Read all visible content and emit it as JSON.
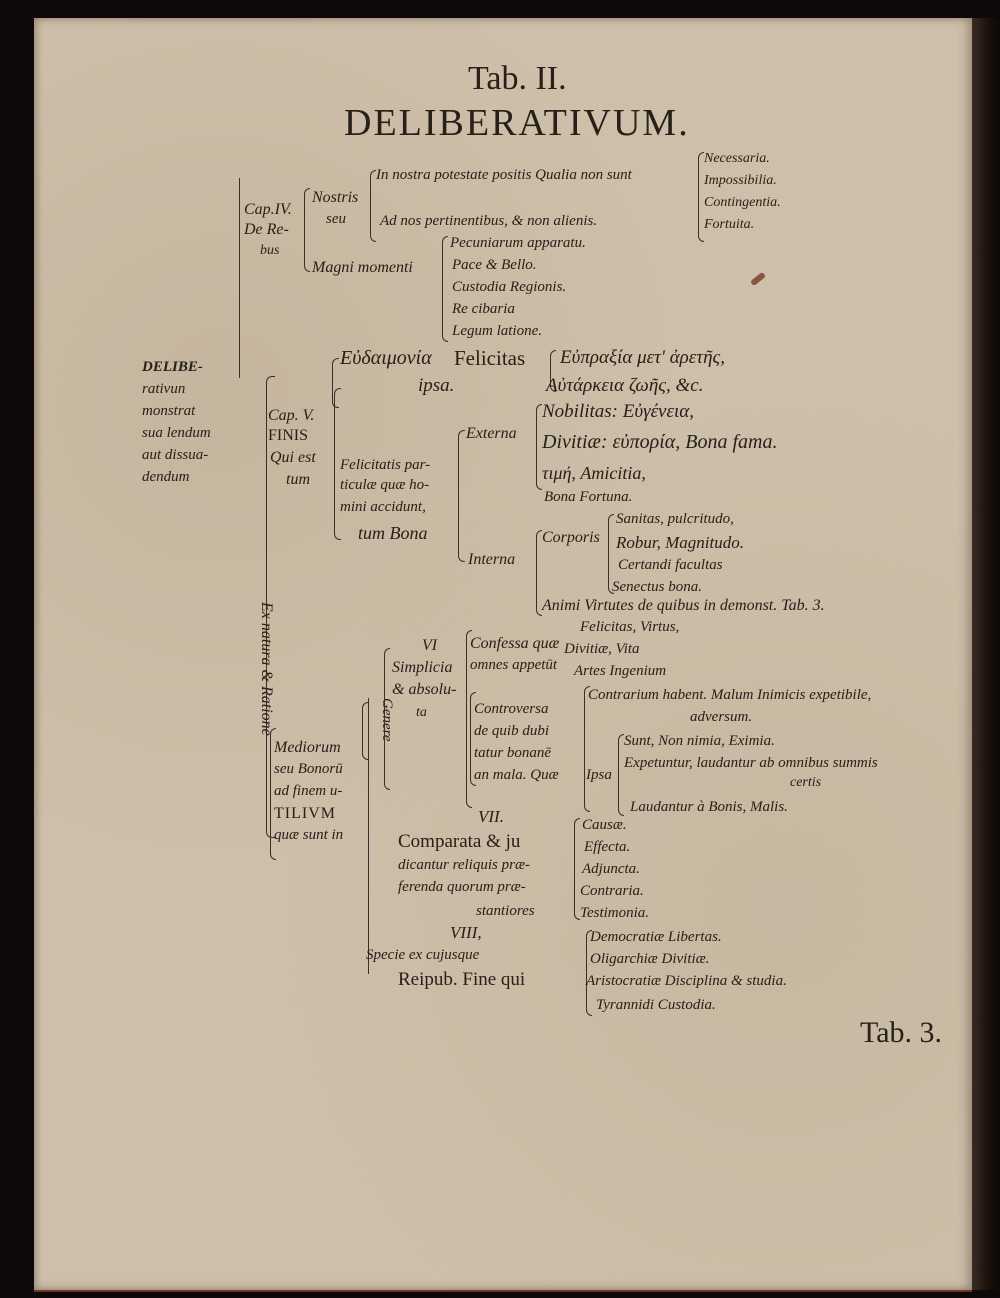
{
  "header": {
    "tab_no": "Tab. II.",
    "title": "DELIBERATIVUM."
  },
  "root": [
    "DELIBE-",
    "rativun",
    "monstrat",
    "sua lendum",
    "aut dissua-",
    "dendum"
  ],
  "cap4": {
    "label": [
      "Cap.IV.",
      "De Re-",
      "bus"
    ],
    "nostris": [
      "Nostris",
      "seu"
    ],
    "magni": "Magni momenti",
    "in_nostra": "In nostra potestate positis Qualia non sunt",
    "ad_nos": "Ad nos pertinentibus, & non alienis.",
    "qualia": [
      "Necessaria.",
      "Impossibilia.",
      "Contingentia.",
      "Fortuita."
    ],
    "res": [
      "Pecuniarum apparatu.",
      "Pace & Bello.",
      "Custodia Regionis.",
      "Re cibaria",
      "Legum latione."
    ]
  },
  "felicitas": {
    "greek": "Εὐδαιμονία",
    "latin": "Felicitas",
    "ipsa": "ipsa.",
    "def1": "Εὐπραξία μετ' ἀρετῆς,",
    "def2": "Αὐτάρκεια ζωῆς, &c."
  },
  "cap5": {
    "label": [
      "Cap. V.",
      "FINIS",
      "Qui est",
      "tum"
    ],
    "partes": [
      "Felicitatis par-",
      "ticulæ quæ ho-",
      "mini accidunt,",
      "tum Bona"
    ],
    "externa_label": "Externa",
    "externa": [
      "Nobilitas: Εὐγένεια,",
      "Divitiæ: εὐπορία, Bona fama.",
      "τιμή, Amicitia,",
      "Bona Fortuna."
    ],
    "interna_label": "Interna",
    "corporis": "Corporis",
    "corporis_items": [
      "Sanitas, pulcritudo,",
      "Robur, Magnitudo.",
      "Certandi facultas",
      "Senectus bona."
    ],
    "animi": "Animi Virtutes de quibus in demonst. Tab. 3."
  },
  "ex_natura": "Ex natura & Ratione",
  "mediorum": [
    "Mediorum",
    "seu Bonorū",
    "ad finem u-",
    "TILIVM",
    "quæ sunt in"
  ],
  "genere": "Genere",
  "cap6": {
    "label": [
      "VI",
      "Simplicia",
      "& absolu-",
      "ta"
    ],
    "confessa": [
      "Confessa quæ",
      "omnes appetūt"
    ],
    "confessa_items": [
      "Felicitas, Virtus,",
      "Divitiæ, Vita",
      "Artes Ingenium"
    ],
    "controversa": [
      "Controversa",
      "de quib dubi",
      "tatur bonanē",
      "an mala. Quæ"
    ],
    "contrarium": "Contrarium habent. Malum Inimicis expetibile,",
    "adversum": "adversum.",
    "ipsa": "Ipsa",
    "ipsa_items": [
      "Sunt, Non nimia, Eximia.",
      "Expetuntur, laudantur ab omnibus summis",
      "certis",
      "Laudantur à Bonis, Malis."
    ]
  },
  "cap7": {
    "label": "VII.",
    "comparata": [
      "Comparata & ju",
      "dicantur reliquis præ-",
      "ferenda quorum præ-",
      "stantiores"
    ],
    "loci": [
      "Causæ.",
      "Effecta.",
      "Adjuncta.",
      "Contraria.",
      "Testimonia."
    ]
  },
  "cap8": {
    "label": "VIII,",
    "specie": "Specie ex cujusque",
    "reipub": "Reipub. Fine qui",
    "forms": [
      "Democratiæ Libertas.",
      "Oligarchiæ Divitiæ.",
      "Aristocratiæ Disciplina & studia.",
      "Tyrannidi Custodia."
    ]
  },
  "footer": "Tab. 3."
}
